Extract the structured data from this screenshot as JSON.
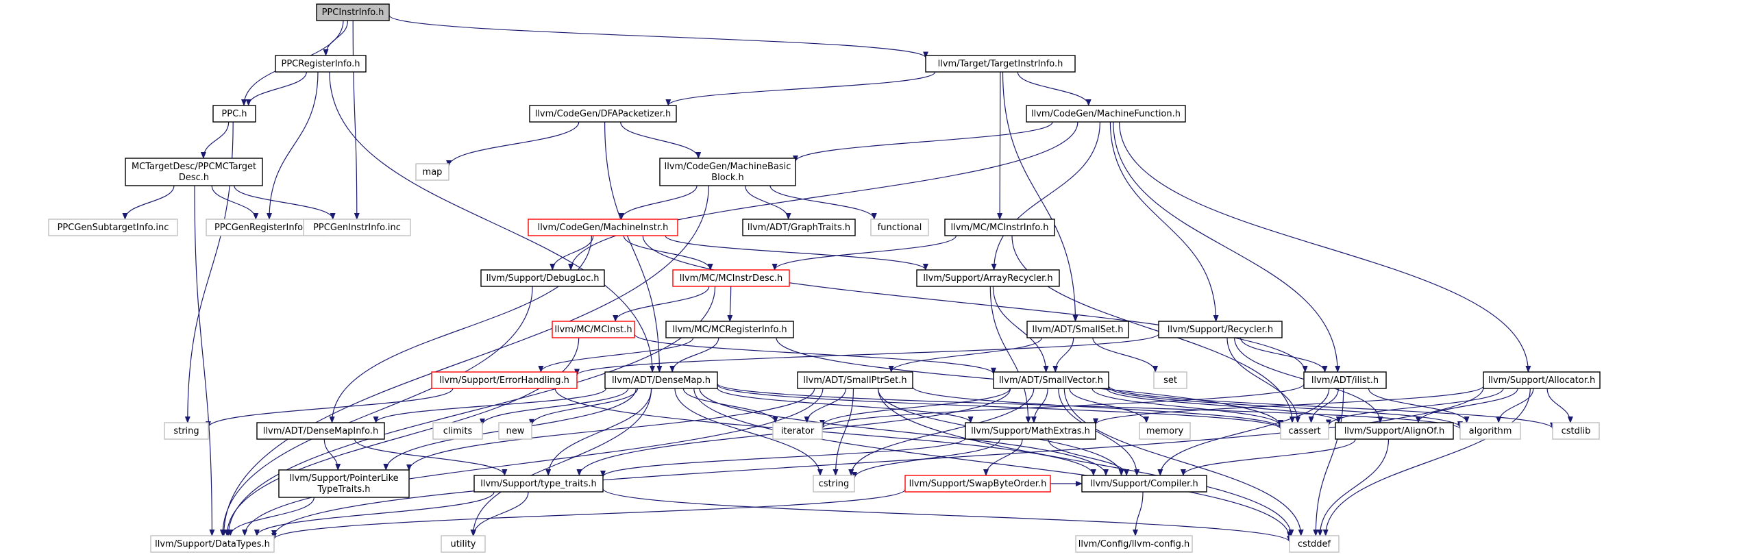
{
  "diagram": {
    "title": "PPCInstrInfo.h include dependency graph",
    "edge_color": "#191970",
    "nodes": [
      {
        "id": "ppcinstrinfo",
        "lines": [
          "PPCInstrInfo.h"
        ],
        "style": "root"
      },
      {
        "id": "ppcregisterinfo",
        "lines": [
          "PPCRegisterInfo.h"
        ],
        "style": "normal"
      },
      {
        "id": "targetinstrinfo",
        "lines": [
          "llvm/Target/TargetInstrInfo.h"
        ],
        "style": "normal"
      },
      {
        "id": "ppc",
        "lines": [
          "PPC.h"
        ],
        "style": "normal"
      },
      {
        "id": "dfapacketizer",
        "lines": [
          "llvm/CodeGen/DFAPacketizer.h"
        ],
        "style": "normal"
      },
      {
        "id": "machinefunction",
        "lines": [
          "llvm/CodeGen/MachineFunction.h"
        ],
        "style": "normal"
      },
      {
        "id": "map",
        "lines": [
          "map"
        ],
        "style": "gray"
      },
      {
        "id": "ppcmctargetdesc",
        "lines": [
          "MCTargetDesc/PPCMCTarget",
          "Desc.h"
        ],
        "style": "normal"
      },
      {
        "id": "machinebasicblock",
        "lines": [
          "llvm/CodeGen/MachineBasic",
          "Block.h"
        ],
        "style": "normal"
      },
      {
        "id": "ppcgensubtargetinfo",
        "lines": [
          "PPCGenSubtargetInfo.inc"
        ],
        "style": "gray"
      },
      {
        "id": "ppcgenregisterinfo",
        "lines": [
          "PPCGenRegisterInfo.inc"
        ],
        "style": "gray"
      },
      {
        "id": "ppcgeninstrinfo",
        "lines": [
          "PPCGenInstrInfo.inc"
        ],
        "style": "gray"
      },
      {
        "id": "machineinstr",
        "lines": [
          "llvm/CodeGen/MachineInstr.h"
        ],
        "style": "red"
      },
      {
        "id": "graphtraits",
        "lines": [
          "llvm/ADT/GraphTraits.h"
        ],
        "style": "normal"
      },
      {
        "id": "functional",
        "lines": [
          "functional"
        ],
        "style": "gray"
      },
      {
        "id": "mcinstrinfo",
        "lines": [
          "llvm/MC/MCInstrInfo.h"
        ],
        "style": "normal"
      },
      {
        "id": "debugloc",
        "lines": [
          "llvm/Support/DebugLoc.h"
        ],
        "style": "normal"
      },
      {
        "id": "mcinstrdesc",
        "lines": [
          "llvm/MC/MCInstrDesc.h"
        ],
        "style": "red"
      },
      {
        "id": "arrayrecycler",
        "lines": [
          "llvm/Support/ArrayRecycler.h"
        ],
        "style": "normal"
      },
      {
        "id": "mcinst",
        "lines": [
          "llvm/MC/MCInst.h"
        ],
        "style": "red"
      },
      {
        "id": "mcregisterinfo",
        "lines": [
          "llvm/MC/MCRegisterInfo.h"
        ],
        "style": "normal"
      },
      {
        "id": "smallset",
        "lines": [
          "llvm/ADT/SmallSet.h"
        ],
        "style": "normal"
      },
      {
        "id": "recycler",
        "lines": [
          "llvm/Support/Recycler.h"
        ],
        "style": "normal"
      },
      {
        "id": "set",
        "lines": [
          "set"
        ],
        "style": "gray"
      },
      {
        "id": "errorhandling",
        "lines": [
          "llvm/Support/ErrorHandling.h"
        ],
        "style": "red"
      },
      {
        "id": "densemap",
        "lines": [
          "llvm/ADT/DenseMap.h"
        ],
        "style": "normal"
      },
      {
        "id": "smallptrset",
        "lines": [
          "llvm/ADT/SmallPtrSet.h"
        ],
        "style": "normal"
      },
      {
        "id": "smallvector",
        "lines": [
          "llvm/ADT/SmallVector.h"
        ],
        "style": "normal"
      },
      {
        "id": "ilist",
        "lines": [
          "llvm/ADT/ilist.h"
        ],
        "style": "normal"
      },
      {
        "id": "allocator",
        "lines": [
          "llvm/Support/Allocator.h"
        ],
        "style": "normal"
      },
      {
        "id": "string",
        "lines": [
          "string"
        ],
        "style": "gray"
      },
      {
        "id": "densemapinfo",
        "lines": [
          "llvm/ADT/DenseMapInfo.h"
        ],
        "style": "normal"
      },
      {
        "id": "climits",
        "lines": [
          "climits"
        ],
        "style": "gray"
      },
      {
        "id": "new",
        "lines": [
          "new"
        ],
        "style": "gray"
      },
      {
        "id": "iterator",
        "lines": [
          "iterator"
        ],
        "style": "gray"
      },
      {
        "id": "mathextras",
        "lines": [
          "llvm/Support/MathExtras.h"
        ],
        "style": "normal"
      },
      {
        "id": "memory",
        "lines": [
          "memory"
        ],
        "style": "gray"
      },
      {
        "id": "cassert",
        "lines": [
          "cassert"
        ],
        "style": "gray"
      },
      {
        "id": "alignof",
        "lines": [
          "llvm/Support/AlignOf.h"
        ],
        "style": "normal"
      },
      {
        "id": "algorithm",
        "lines": [
          "algorithm"
        ],
        "style": "gray"
      },
      {
        "id": "cstdlib",
        "lines": [
          "cstdlib"
        ],
        "style": "gray"
      },
      {
        "id": "pointerliketypetraits",
        "lines": [
          "llvm/Support/PointerLike",
          "TypeTraits.h"
        ],
        "style": "normal"
      },
      {
        "id": "typetraits",
        "lines": [
          "llvm/Support/type_traits.h"
        ],
        "style": "normal"
      },
      {
        "id": "cstring",
        "lines": [
          "cstring"
        ],
        "style": "gray"
      },
      {
        "id": "swapbyteorder",
        "lines": [
          "llvm/Support/SwapByteOrder.h"
        ],
        "style": "red"
      },
      {
        "id": "compiler",
        "lines": [
          "llvm/Support/Compiler.h"
        ],
        "style": "normal"
      },
      {
        "id": "datatypes",
        "lines": [
          "llvm/Support/DataTypes.h"
        ],
        "style": "gray"
      },
      {
        "id": "utility",
        "lines": [
          "utility"
        ],
        "style": "gray"
      },
      {
        "id": "llvmconfig",
        "lines": [
          "llvm/Config/llvm-config.h"
        ],
        "style": "gray"
      },
      {
        "id": "cstddef",
        "lines": [
          "cstddef"
        ],
        "style": "gray"
      }
    ],
    "edges": [
      [
        "ppcinstrinfo",
        "ppcregisterinfo"
      ],
      [
        "ppcinstrinfo",
        "targetinstrinfo"
      ],
      [
        "ppcinstrinfo",
        "ppc"
      ],
      [
        "ppcinstrinfo",
        "ppcgeninstrinfo"
      ],
      [
        "ppcregisterinfo",
        "ppc"
      ],
      [
        "ppcregisterinfo",
        "ppcgenregisterinfo"
      ],
      [
        "ppcregisterinfo",
        "densemap"
      ],
      [
        "ppc",
        "ppcmctargetdesc"
      ],
      [
        "ppc",
        "string"
      ],
      [
        "ppcmctargetdesc",
        "ppcgensubtargetinfo"
      ],
      [
        "ppcmctargetdesc",
        "ppcgenregisterinfo"
      ],
      [
        "ppcmctargetdesc",
        "ppcgeninstrinfo"
      ],
      [
        "ppcmctargetdesc",
        "datatypes"
      ],
      [
        "targetinstrinfo",
        "dfapacketizer"
      ],
      [
        "targetinstrinfo",
        "machinefunction"
      ],
      [
        "targetinstrinfo",
        "mcinstrinfo"
      ],
      [
        "targetinstrinfo",
        "smallset"
      ],
      [
        "dfapacketizer",
        "map"
      ],
      [
        "dfapacketizer",
        "machinebasicblock"
      ],
      [
        "dfapacketizer",
        "densemap"
      ],
      [
        "machinefunction",
        "machinebasicblock"
      ],
      [
        "machinefunction",
        "arrayrecycler"
      ],
      [
        "machinefunction",
        "recycler"
      ],
      [
        "machinefunction",
        "ilist"
      ],
      [
        "machinefunction",
        "allocator"
      ],
      [
        "machinefunction",
        "debugloc"
      ],
      [
        "machinebasicblock",
        "machineinstr"
      ],
      [
        "machinebasicblock",
        "graphtraits"
      ],
      [
        "machinebasicblock",
        "functional"
      ],
      [
        "machinebasicblock",
        "datatypes"
      ],
      [
        "machineinstr",
        "debugloc"
      ],
      [
        "machineinstr",
        "mcinstrdesc"
      ],
      [
        "machineinstr",
        "arrayrecycler"
      ],
      [
        "machineinstr",
        "ilist"
      ],
      [
        "machineinstr",
        "densemapinfo"
      ],
      [
        "mcinstrinfo",
        "mcinstrdesc"
      ],
      [
        "mcinstrinfo",
        "cassert"
      ],
      [
        "debugloc",
        "datatypes"
      ],
      [
        "mcinstrdesc",
        "mcinst"
      ],
      [
        "mcinstrdesc",
        "mcregisterinfo"
      ],
      [
        "mcinstrdesc",
        "datatypes"
      ],
      [
        "arrayrecycler",
        "smallvector"
      ],
      [
        "arrayrecycler",
        "mathextras"
      ],
      [
        "mcinst",
        "smallvector"
      ],
      [
        "mcinst",
        "datatypes"
      ],
      [
        "mcregisterinfo",
        "densemap"
      ],
      [
        "mcregisterinfo",
        "errorhandling"
      ],
      [
        "mcregisterinfo",
        "cassert"
      ],
      [
        "smallset",
        "smallptrset"
      ],
      [
        "smallset",
        "smallvector"
      ],
      [
        "smallset",
        "set"
      ],
      [
        "recycler",
        "ilist"
      ],
      [
        "recycler",
        "alignof"
      ],
      [
        "recycler",
        "errorhandling"
      ],
      [
        "recycler",
        "cassert"
      ],
      [
        "errorhandling",
        "compiler"
      ],
      [
        "errorhandling",
        "string"
      ],
      [
        "densemap",
        "densemapinfo"
      ],
      [
        "densemap",
        "typetraits"
      ],
      [
        "densemap",
        "compiler"
      ],
      [
        "densemap",
        "mathextras"
      ],
      [
        "densemap",
        "pointerliketypetraits"
      ],
      [
        "densemap",
        "climits"
      ],
      [
        "densemap",
        "new"
      ],
      [
        "densemap",
        "iterator"
      ],
      [
        "densemap",
        "cassert"
      ],
      [
        "densemap",
        "cstring"
      ],
      [
        "densemap",
        "utility"
      ],
      [
        "densemap",
        "cstddef"
      ],
      [
        "densemap",
        "algorithm"
      ],
      [
        "smallptrset",
        "compiler"
      ],
      [
        "smallptrset",
        "datatypes"
      ],
      [
        "smallptrset",
        "pointerliketypetraits"
      ],
      [
        "smallptrset",
        "cassert"
      ],
      [
        "smallptrset",
        "cstring"
      ],
      [
        "smallptrset",
        "iterator"
      ],
      [
        "smallptrset",
        "cstddef"
      ],
      [
        "smallvector",
        "alignof"
      ],
      [
        "smallvector",
        "compiler"
      ],
      [
        "smallvector",
        "mathextras"
      ],
      [
        "smallvector",
        "typetraits"
      ],
      [
        "smallvector",
        "algorithm"
      ],
      [
        "smallvector",
        "cassert"
      ],
      [
        "smallvector",
        "cstddef"
      ],
      [
        "smallvector",
        "cstdlib"
      ],
      [
        "smallvector",
        "cstring"
      ],
      [
        "smallvector",
        "iterator"
      ],
      [
        "smallvector",
        "memory"
      ],
      [
        "ilist",
        "compiler"
      ],
      [
        "ilist",
        "algorithm"
      ],
      [
        "ilist",
        "cassert"
      ],
      [
        "ilist",
        "cstddef"
      ],
      [
        "ilist",
        "iterator"
      ],
      [
        "allocator",
        "alignof"
      ],
      [
        "allocator",
        "datatypes"
      ],
      [
        "allocator",
        "mathextras"
      ],
      [
        "allocator",
        "algorithm"
      ],
      [
        "allocator",
        "cassert"
      ],
      [
        "allocator",
        "cstddef"
      ],
      [
        "allocator",
        "cstdlib"
      ],
      [
        "densemapinfo",
        "pointerliketypetraits"
      ],
      [
        "densemapinfo",
        "typetraits"
      ],
      [
        "mathextras",
        "compiler"
      ],
      [
        "mathextras",
        "swapbyteorder"
      ],
      [
        "mathextras",
        "typetraits"
      ],
      [
        "mathextras",
        "cstring"
      ],
      [
        "alignof",
        "compiler"
      ],
      [
        "alignof",
        "cstddef"
      ],
      [
        "pointerliketypetraits",
        "datatypes"
      ],
      [
        "typetraits",
        "datatypes"
      ],
      [
        "typetraits",
        "utility"
      ],
      [
        "typetraits",
        "cstddef"
      ],
      [
        "swapbyteorder",
        "compiler"
      ],
      [
        "swapbyteorder",
        "datatypes"
      ],
      [
        "compiler",
        "llvmconfig"
      ]
    ]
  }
}
